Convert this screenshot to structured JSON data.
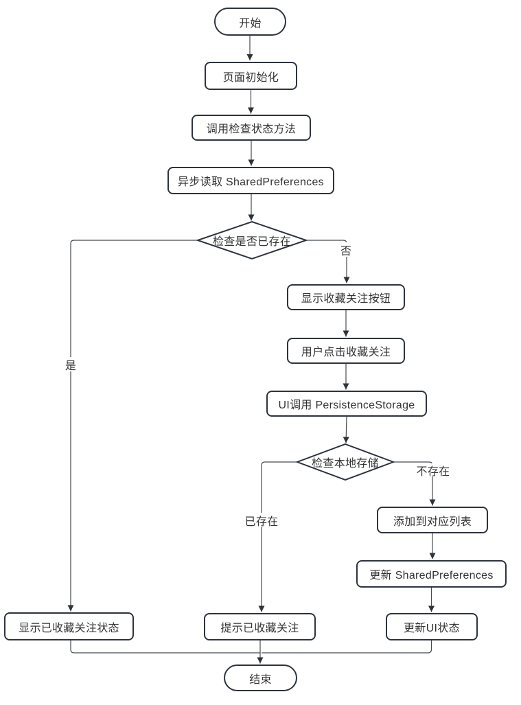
{
  "diagram": {
    "type": "flowchart",
    "nodes": {
      "start": {
        "label": "开始",
        "shape": "terminator"
      },
      "page_init": {
        "label": "页面初始化",
        "shape": "process"
      },
      "call_check": {
        "label": "调用检查状态方法",
        "shape": "process"
      },
      "async_read": {
        "label": "异步读取 SharedPreferences",
        "shape": "process"
      },
      "check_exists": {
        "label": "检查是否已存在",
        "shape": "decision"
      },
      "show_button": {
        "label": "显示收藏关注按钮",
        "shape": "process"
      },
      "user_click": {
        "label": "用户点击收藏关注",
        "shape": "process"
      },
      "ui_call": {
        "label": "UI调用 PersistenceStorage",
        "shape": "process"
      },
      "check_local": {
        "label": "检查本地存储",
        "shape": "decision"
      },
      "add_list": {
        "label": "添加到对应列表",
        "shape": "process"
      },
      "update_sp": {
        "label": "更新 SharedPreferences",
        "shape": "process"
      },
      "update_ui": {
        "label": "更新UI状态",
        "shape": "process"
      },
      "show_state": {
        "label": "显示已收藏关注状态",
        "shape": "process"
      },
      "prompt_done": {
        "label": "提示已收藏关注",
        "shape": "process"
      },
      "end": {
        "label": "结束",
        "shape": "terminator"
      }
    },
    "edge_labels": {
      "yes": "是",
      "no": "否",
      "exists": "已存在",
      "not_exists": "不存在"
    },
    "edges": [
      {
        "from": "开始",
        "to": "页面初始化"
      },
      {
        "from": "页面初始化",
        "to": "调用检查状态方法"
      },
      {
        "from": "调用检查状态方法",
        "to": "异步读取 SharedPreferences"
      },
      {
        "from": "异步读取 SharedPreferences",
        "to": "检查是否已存在"
      },
      {
        "from": "检查是否已存在",
        "to": "显示已收藏关注状态",
        "label": "是"
      },
      {
        "from": "检查是否已存在",
        "to": "显示收藏关注按钮",
        "label": "否"
      },
      {
        "from": "显示收藏关注按钮",
        "to": "用户点击收藏关注"
      },
      {
        "from": "用户点击收藏关注",
        "to": "UI调用 PersistenceStorage"
      },
      {
        "from": "UI调用 PersistenceStorage",
        "to": "检查本地存储"
      },
      {
        "from": "检查本地存储",
        "to": "提示已收藏关注",
        "label": "已存在"
      },
      {
        "from": "检查本地存储",
        "to": "添加到对应列表",
        "label": "不存在"
      },
      {
        "from": "添加到对应列表",
        "to": "更新 SharedPreferences"
      },
      {
        "from": "更新 SharedPreferences",
        "to": "更新UI状态"
      },
      {
        "from": "显示已收藏关注状态",
        "to": "结束"
      },
      {
        "from": "提示已收藏关注",
        "to": "结束"
      },
      {
        "from": "更新UI状态",
        "to": "结束"
      }
    ],
    "colors": {
      "node_border": "#2d333d",
      "node_fill": "#ffffff",
      "text": "#333333",
      "line": "#45494e",
      "arrow": "#2d3339",
      "background": "#ffffff"
    }
  }
}
